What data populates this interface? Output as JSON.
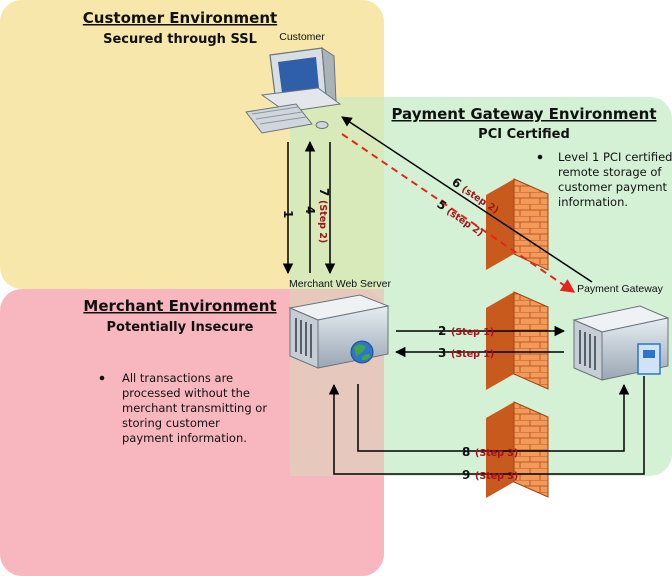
{
  "customer_environment": {
    "title": "Customer Environment",
    "subtitle": "Secured through SSL",
    "color": "#f7e39c"
  },
  "payment_gateway_environment": {
    "title": "Payment Gateway Environment",
    "subtitle": "PCI Certified",
    "bullet": [
      "Level 1 PCI certified",
      "remote storage of",
      "customer payment",
      "information."
    ],
    "color": "#cdeecf"
  },
  "merchant_environment": {
    "title": "Merchant Environment",
    "subtitle": "Potentially Insecure",
    "bullet": [
      "All transactions are",
      "processed without the",
      "merchant transmitting or",
      "storing customer",
      "payment information."
    ],
    "color": "#f7aab3"
  },
  "nodes": {
    "customer": "Customer",
    "merchant_server": "Merchant Web Server",
    "payment_gateway": "Payment Gateway"
  },
  "flows": [
    {
      "num": "1",
      "step": ""
    },
    {
      "num": "4",
      "step": ""
    },
    {
      "num": "7",
      "step": "(Step 2)"
    },
    {
      "num": "6",
      "step": "(step 2)"
    },
    {
      "num": "5",
      "step": "(step 2)"
    },
    {
      "num": "2",
      "step": "(Step 1)"
    },
    {
      "num": "3",
      "step": "(Step 1)"
    },
    {
      "num": "8",
      "step": "(Step 3)"
    },
    {
      "num": "9",
      "step": "(Step 3)"
    }
  ],
  "colors": {
    "firewall_brick": "#f39a5a",
    "firewall_dark": "#c95a1e",
    "dashed_arrow": "#e8231d",
    "step_text": "#a0141e"
  }
}
